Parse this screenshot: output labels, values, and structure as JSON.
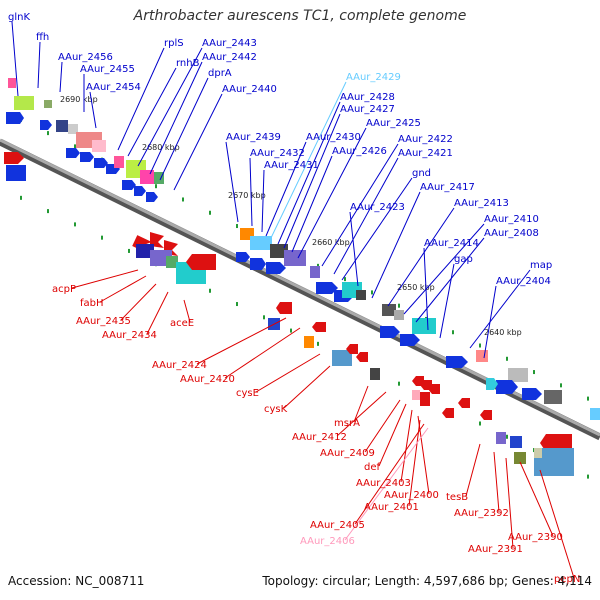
{
  "title": "Arthrobacter aurescens TC1, complete genome",
  "footer": {
    "accession": "Accession: NC_008711",
    "topology": "Topology: circular; Length: 4,597,686 bp; Genes: 4,114"
  },
  "colors": {
    "upper_label": "#0000cc",
    "lower_label": "#dd0000",
    "highlight_upper": "#66ccff",
    "highlight_lower": "#ff99bb",
    "backbone": "#888888"
  },
  "kbp_ticks": [
    "2690 kbp",
    "2680 kbp",
    "2670 kbp",
    "2660 kbp",
    "2650 kbp",
    "2640 kbp"
  ],
  "upper_labels": [
    "glnK",
    "ffh",
    "AAur_2456",
    "AAur_2455",
    "AAur_2454",
    "rplS",
    "rnhB",
    "AAur_2443",
    "AAur_2442",
    "dprA",
    "AAur_2440",
    "AAur_2439",
    "AAur_2432",
    "AAur_2431",
    "AAur_2430",
    "AAur_2429",
    "AAur_2428",
    "AAur_2427",
    "AAur_2426",
    "AAur_2425",
    "AAur_2422",
    "AAur_2421",
    "gnd",
    "AAur_2423",
    "AAur_2417",
    "AAur_2413",
    "AAur_2410",
    "AAur_2408",
    "AAur_2414",
    "gap",
    "map",
    "AAur_2404"
  ],
  "lower_labels": [
    "acpP",
    "fabH",
    "AAur_2435",
    "AAur_2434",
    "aceE",
    "AAur_2424",
    "AAur_2420",
    "cysE",
    "cysK",
    "msrA",
    "AAur_2412",
    "AAur_2409",
    "def",
    "AAur_2403",
    "AAur_2400",
    "AAur_2401",
    "AAur_2405",
    "AAur_2406",
    "tesB",
    "AAur_2392",
    "AAur_2391",
    "AAur_2390",
    "pepN"
  ]
}
